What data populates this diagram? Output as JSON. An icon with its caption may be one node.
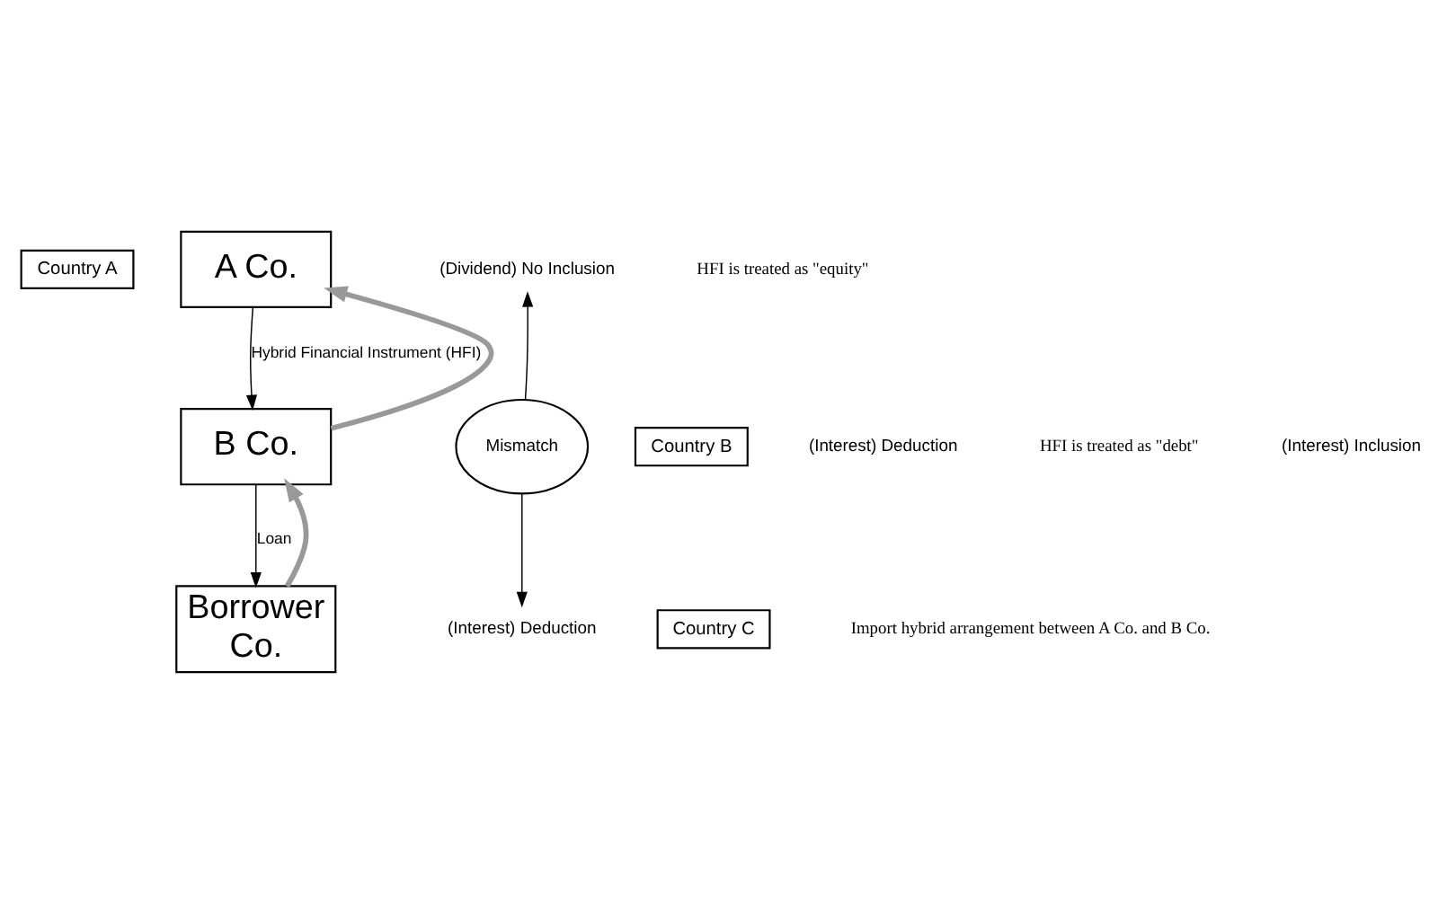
{
  "diagram": {
    "nodes": [
      {
        "text": [
          "Country A"
        ]
      },
      {
        "text": [
          "A Co."
        ]
      },
      {
        "text": [
          "(Dividend) No Inclusion"
        ]
      },
      {
        "text": [
          "Country B"
        ]
      },
      {
        "text": [
          "B Co."
        ]
      },
      {
        "text": [
          "Mismatch"
        ]
      },
      {
        "text": [
          "Country C"
        ]
      },
      {
        "text": [
          "Borrower Co."
        ]
      },
      {
        "text": [
          "(Interest) Deduction"
        ]
      }
    ],
    "edges": [
      {
        "from": 1,
        "to": 4,
        "arrow": "to",
        "label": "Hybrid Financial Instrument (HFI)"
      },
      {
        "from": 4,
        "to": 1,
        "arrow": "to",
        "style": "thick",
        "color": "#999999"
      },
      {
        "from": 4,
        "to": 7,
        "arrow": "to",
        "label": "Loan"
      },
      {
        "from": 7,
        "to": 4,
        "arrow": "to",
        "style": "thick",
        "color": "#999999"
      },
      {
        "from": 5,
        "to": 2,
        "arrow": "to"
      },
      {
        "from": 5,
        "to": 8,
        "arrow": "to"
      }
    ],
    "labels": [
      "HFI is treated as \"equity\"",
      "(Interest) Deduction",
      "HFI is treated as \"debt\"",
      "(Interest) Inclusion",
      "Import hybrid arrangement between A Co. and B Co."
    ]
  }
}
